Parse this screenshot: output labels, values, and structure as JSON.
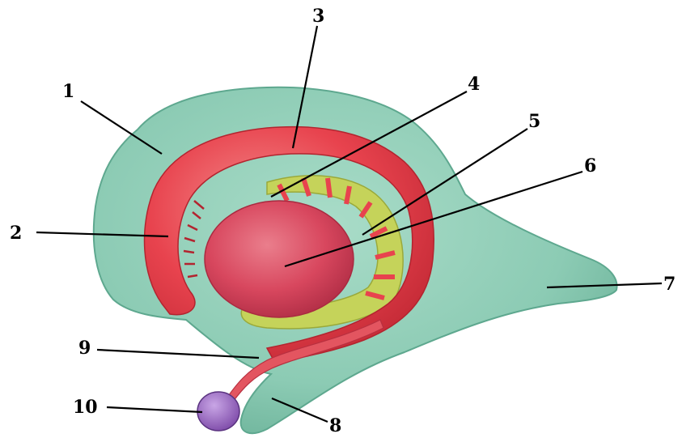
{
  "labels": {
    "l1": "1",
    "l2": "2",
    "l3": "3",
    "l4": "4",
    "l5": "5",
    "l6": "6",
    "l7": "7",
    "l8": "8",
    "l9": "9",
    "l10": "10"
  },
  "colors": {
    "background": "#ffffff",
    "outer_capsule": "#8ccbb4",
    "outer_capsule_edge": "#5ea88f",
    "red_arch": "#e8434e",
    "red_arch_dark": "#c42a36",
    "central_body": "#d8475e",
    "yellow_green_band": "#c5d35a",
    "stalk": "#e35560",
    "bulb": "#9b6bc4",
    "leader_lines": "#000000"
  }
}
